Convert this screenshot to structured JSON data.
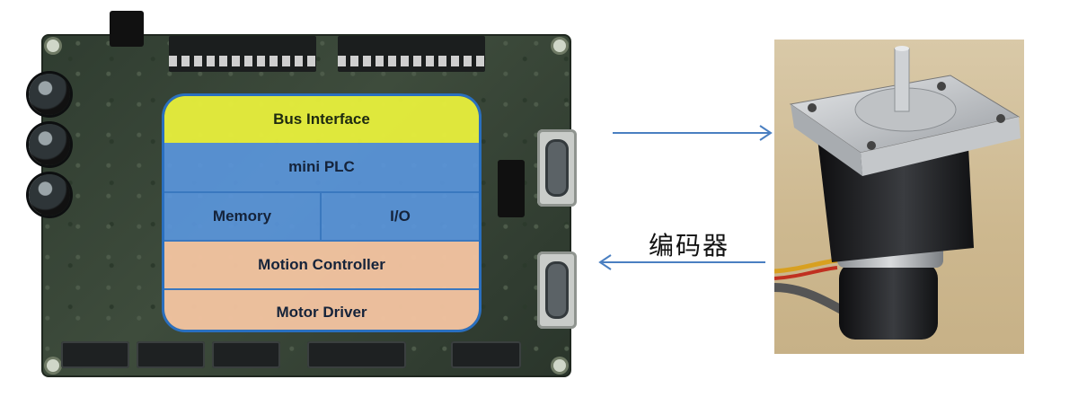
{
  "diagram": {
    "layers": {
      "bus_interface": "Bus Interface",
      "mini_plc": "mini PLC",
      "memory": "Memory",
      "io": "I/O",
      "motion_controller": "Motion Controller",
      "motor_driver": "Motor Driver"
    },
    "encoder_label": "编码器"
  },
  "colors": {
    "bus_layer": "#e8f03c",
    "plc_layer": "#5a96dc",
    "motion_layer": "#f2c4a0",
    "outline": "#2a6fbf",
    "arrow": "#4a7fc1"
  }
}
